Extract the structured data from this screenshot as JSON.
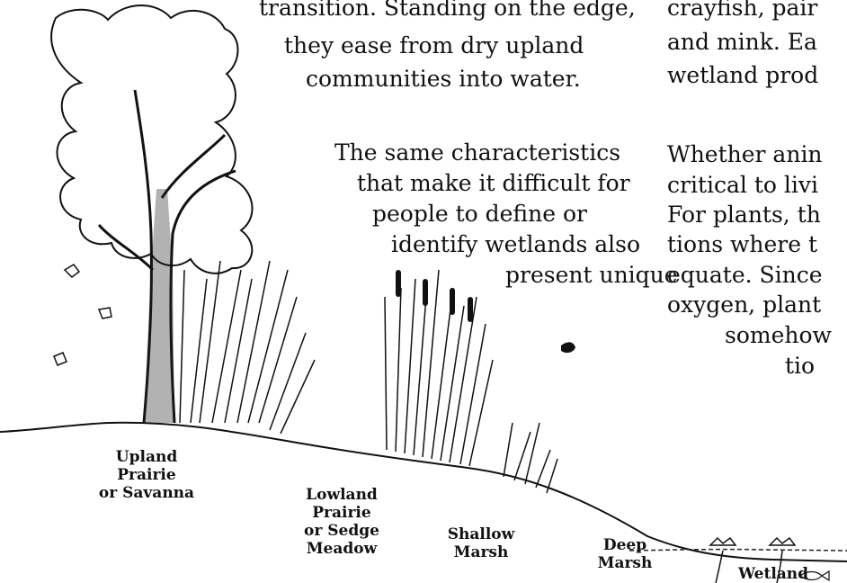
{
  "paragraph_left_top": [
    "transition. Standing on the edge,",
    "they ease from dry upland",
    "communities into water."
  ],
  "paragraph_left_bottom": [
    "The same characteristics",
    "that make it difficult for",
    "people to define or",
    "identify wetlands also",
    "present unique"
  ],
  "paragraph_right": [
    "crayfish, pair",
    "and mink. Ea",
    "wetland prod",
    "Whether anin",
    "critical to livi",
    "For plants, th",
    "tions where t",
    "equate. Since",
    "oxygen, plant",
    "somehow",
    "tio"
  ],
  "zone_labels": {
    "upland": [
      "Upland",
      "Prairie",
      "or Savanna"
    ],
    "lowland": [
      "Lowland",
      "Prairie",
      "or Sedge",
      "Meadow"
    ],
    "shallow_marsh": [
      "Shallow",
      "Marsh"
    ],
    "deep_marsh": [
      "Deep",
      "Marsh"
    ],
    "wetland": [
      "Wetland"
    ]
  }
}
